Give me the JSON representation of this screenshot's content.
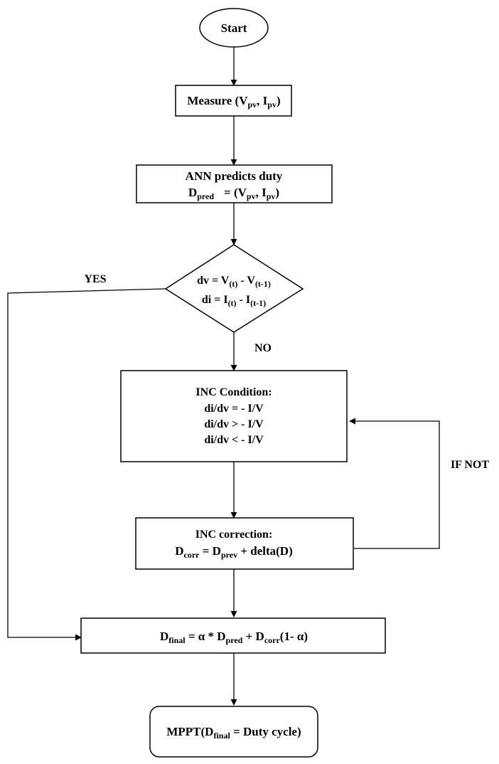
{
  "nodes": {
    "start": {
      "label": "Start"
    },
    "measure": {
      "text": "Measure (V",
      "v_sub": "pv",
      "mid": ", I",
      "i_sub": "pv",
      "end": ")"
    },
    "ann": {
      "line1": "ANN predicts duty",
      "d": "D",
      "d_sub": "pred",
      "eq": "= (V",
      "v_sub": "pv",
      "mid": ", I",
      "i_sub": "pv",
      "end": ")"
    },
    "decision": {
      "l1_a": "dv = V",
      "l1_s1": "(t)",
      "l1_b": " - V",
      "l1_s2": "(t-1)",
      "l2_a": "di = I",
      "l2_s1": "(t)",
      "l2_b": " - I",
      "l2_s2": "(t-1)"
    },
    "inc_condition": {
      "title": "INC Condition:",
      "lines": [
        "di/dv = - I/V",
        "di/dv > - I/V",
        "di/dv < - I/V"
      ]
    },
    "inc_correction": {
      "title": "INC correction:",
      "d": "D",
      "d_sub": "corr",
      "eq": " = D",
      "p_sub": "prev",
      "rest": " +  delta(D)"
    },
    "final": {
      "d": "D",
      "f_sub": "final",
      "a": " =  α * D",
      "p_sub": "pred",
      "b": " + D",
      "c_sub": "corr",
      "c": "(1- α)"
    },
    "mppt": {
      "a": "MPPT(D",
      "f_sub": "final",
      "b": " = Duty cycle)"
    }
  },
  "edge_labels": {
    "yes": "YES",
    "no": "NO",
    "if_not": "IF NOT"
  },
  "colors": {
    "stroke": "#000000",
    "fill": "#ffffff",
    "text": "#000000"
  }
}
